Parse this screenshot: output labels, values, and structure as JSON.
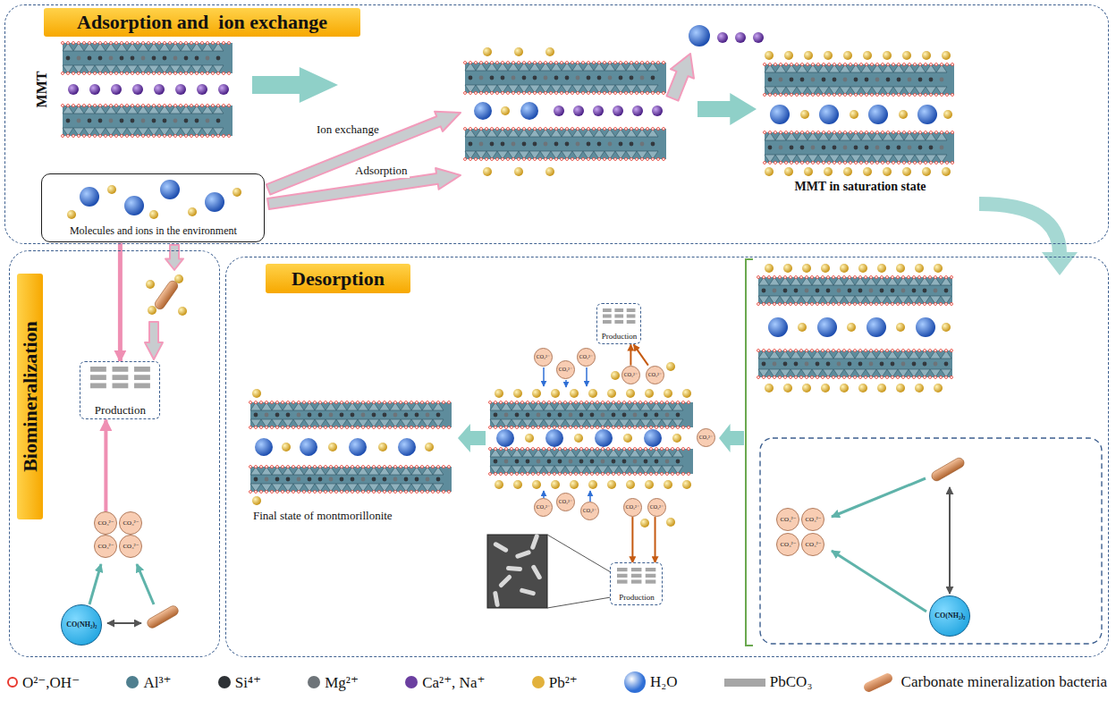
{
  "diagram": {
    "nodes": [
      {
        "text": [
          "Adsorption and  ion exchange"
        ]
      },
      {
        "text": [
          "Molecules and ions in the environment"
        ],
        "in": 0
      },
      {
        "text": [
          "Biomineralization"
        ]
      },
      {
        "text": [
          "Production"
        ],
        "in": 2
      },
      {
        "text": [
          "CO₃²⁻"
        ],
        "in": 2
      },
      {
        "text": [
          "CO₃²⁻"
        ],
        "in": 2
      },
      {
        "text": [
          "CO₃²⁻"
        ],
        "in": 2
      },
      {
        "text": [
          "CO₃²⁻"
        ],
        "in": 2
      },
      {
        "text": [
          "CO(NH₂)₂"
        ],
        "in": 2
      },
      {
        "text": [
          "Desorption"
        ]
      },
      {
        "text": [
          "Production"
        ],
        "in": 9
      },
      {
        "text": [
          "Production"
        ],
        "in": 9
      },
      {
        "text": [
          "CO₃²⁻"
        ],
        "in": 9
      },
      {
        "text": [
          "CO₃²⁻"
        ],
        "in": 9
      },
      {
        "text": [
          "CO₃²⁻"
        ],
        "in": 9
      },
      {
        "text": [
          "CO₃²⁻"
        ],
        "in": 9
      },
      {
        "text": [
          "CO₃²⁻"
        ],
        "in": 9
      },
      {
        "text": [
          "CO₃²⁻"
        ],
        "in": 9
      },
      {
        "text": [
          "CO₃²⁻"
        ],
        "in": 9
      },
      {
        "text": [
          "CO₃²⁻"
        ],
        "in": 9
      },
      {
        "text": [
          "CO₃²⁻"
        ],
        "in": 9
      },
      {
        "text": [
          "CO₃²⁻"
        ],
        "in": 9
      },
      {
        "text": [
          "CO₃²⁻"
        ],
        "in": 9
      },
      {
        "text": [
          "CO₃²⁻"
        ],
        "in": 9
      },
      {
        "text": [
          "CO₃²⁻"
        ],
        "in": 9
      },
      {
        "text": [
          "CO₃²⁻"
        ],
        "in": 9
      },
      {
        "text": [
          "CO₃²⁻"
        ],
        "in": 9
      },
      {
        "text": [
          "CO(NH₂)₂"
        ],
        "in": 9
      }
    ],
    "edges": [
      {
        "from": 1,
        "to": 3,
        "arrow": "to"
      },
      {
        "from": 4,
        "to": 3,
        "arrow": "to"
      },
      {
        "from": 15,
        "to": 10,
        "arrow": "to"
      },
      {
        "from": 16,
        "to": 10,
        "arrow": "to"
      },
      {
        "from": 21,
        "to": 11,
        "arrow": "to"
      },
      {
        "from": 22,
        "to": 11,
        "arrow": "to"
      }
    ],
    "labels": [
      "MMT",
      "Ion exchange",
      "Adsorption",
      "MMT in saturation state",
      "Final state of montmorillonite"
    ],
    "legend": [
      {
        "text": "O²⁻,OH⁻",
        "color": "#e8392f"
      },
      {
        "text": "Al³⁺",
        "color": "#4f7f8f"
      },
      {
        "text": "Si⁴⁺",
        "color": "#2e3236"
      },
      {
        "text": "Mg²⁺",
        "color": "#6e7479"
      },
      {
        "text": "Ca²⁺, Na⁺",
        "color": "#6b3fa0"
      },
      {
        "text": "Pb²⁺",
        "color": "#e2b13c"
      },
      {
        "text": "H₂O",
        "color": "#2f6fd6"
      },
      {
        "text": "PbCO₃",
        "color": "#a6a6a6"
      },
      {
        "text": "Carbonate mineralization bacteria"
      }
    ]
  }
}
